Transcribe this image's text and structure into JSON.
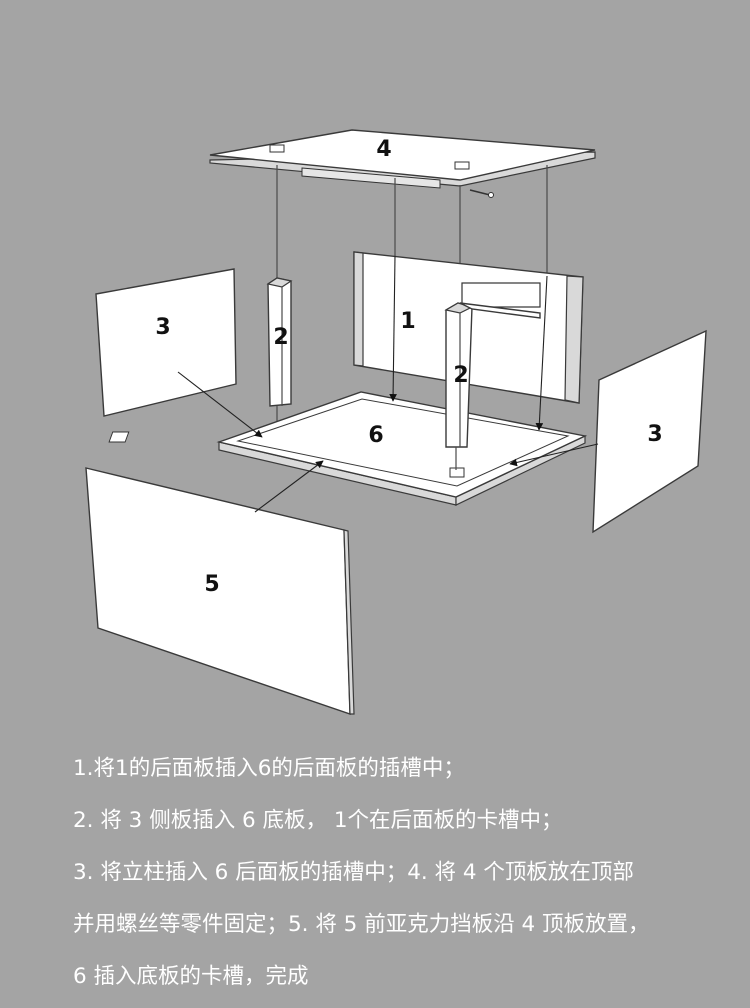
{
  "diagram": {
    "labels": {
      "top_panel": "4",
      "back_panel": "1",
      "pillar_left": "2",
      "pillar_right": "2",
      "side_left": "3",
      "side_right": "3",
      "bottom_panel": "6",
      "front_panel": "5"
    }
  },
  "instructions": [
    "1.将1的后面板插入6的后面板的插槽中；",
    "2. 将 3 侧板插入 6 底板，  1个在后面板的卡槽中；",
    "3. 将立柱插入 6 后面板的插槽中；4. 将 4 个顶板放在顶部",
    "并用螺丝等零件固定；5. 将 5 前亚克力挡板沿 4 顶板放置，",
    "6 插入底板的卡槽，完成"
  ]
}
